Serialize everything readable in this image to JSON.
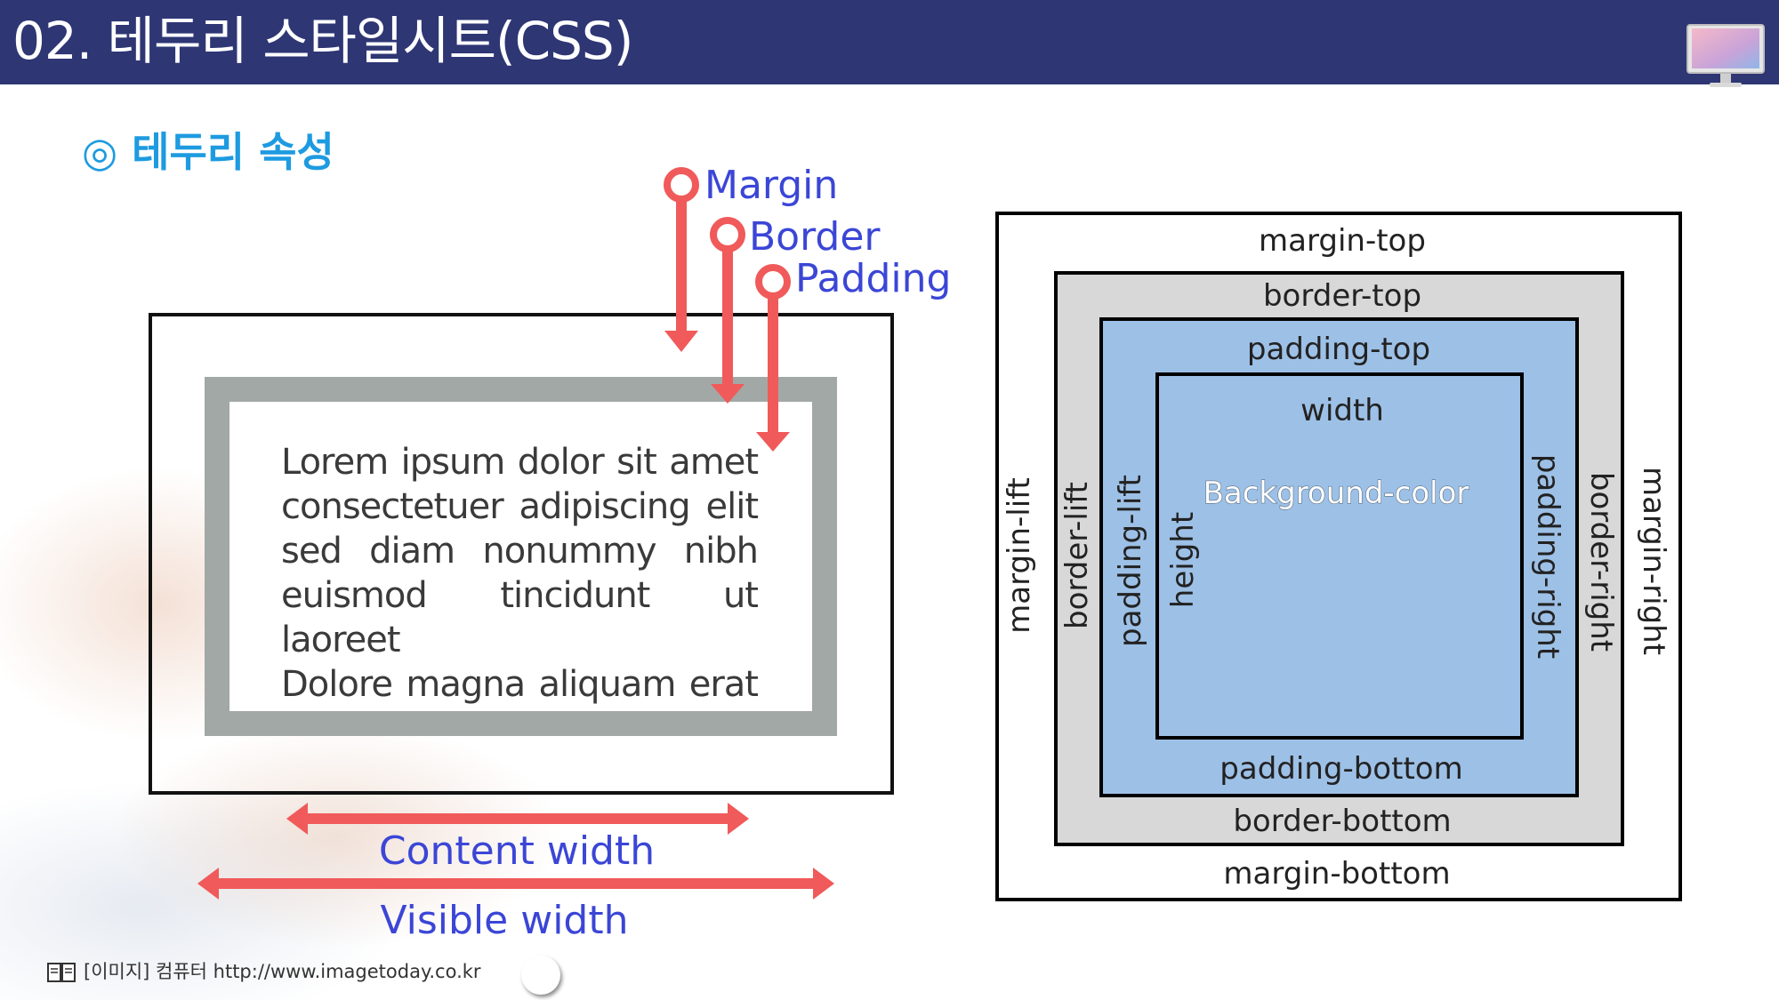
{
  "header": {
    "title": "02. 테두리 스타일시트(CSS)",
    "colors": {
      "bar": "#2e3674",
      "title_text": "#ffffff"
    },
    "monitor_icon": "monitor-icon"
  },
  "section": {
    "title": "◎ 테두리 속성",
    "color": "#1e9be0"
  },
  "left_diagram": {
    "labels": {
      "margin": "Margin",
      "border": "Border",
      "padding": "Padding"
    },
    "lorem_lines": [
      "Lorem ipsum dolor  sit amet",
      "consectetuer adipiscing  elit",
      "sed  diam  nonummy  nibh",
      "euismod tincidunt ut laoreet",
      "Dolore magna  aliquam  erat"
    ],
    "content_width_label": "Content width",
    "visible_width_label": "Visible width",
    "colors": {
      "pointer": "#f05a5a",
      "label_text": "#3b46d6",
      "border_gray": "#a2a8a5"
    }
  },
  "right_diagram": {
    "margin_top": "margin-top",
    "border_top": "border-top",
    "padding_top": "padding-top",
    "width": "width",
    "background_color": "Background-color",
    "height": "height",
    "padding_bottom": "padding-bottom",
    "border_bottom": "border-bottom",
    "margin_bottom": "margin-bottom",
    "margin_left": "margin-lift",
    "border_left": "border-lift",
    "padding_left": "padding-lift",
    "padding_right": "padding-right",
    "border_right": "border-right",
    "margin_right": "margin-right",
    "colors": {
      "border_fill": "#d8d8d8",
      "padding_fill": "#9dc0e6"
    }
  },
  "footer": {
    "text": "[이미지] 컴퓨터  http://www.imagetoday.co.kr",
    "book_icon": "book-icon"
  }
}
